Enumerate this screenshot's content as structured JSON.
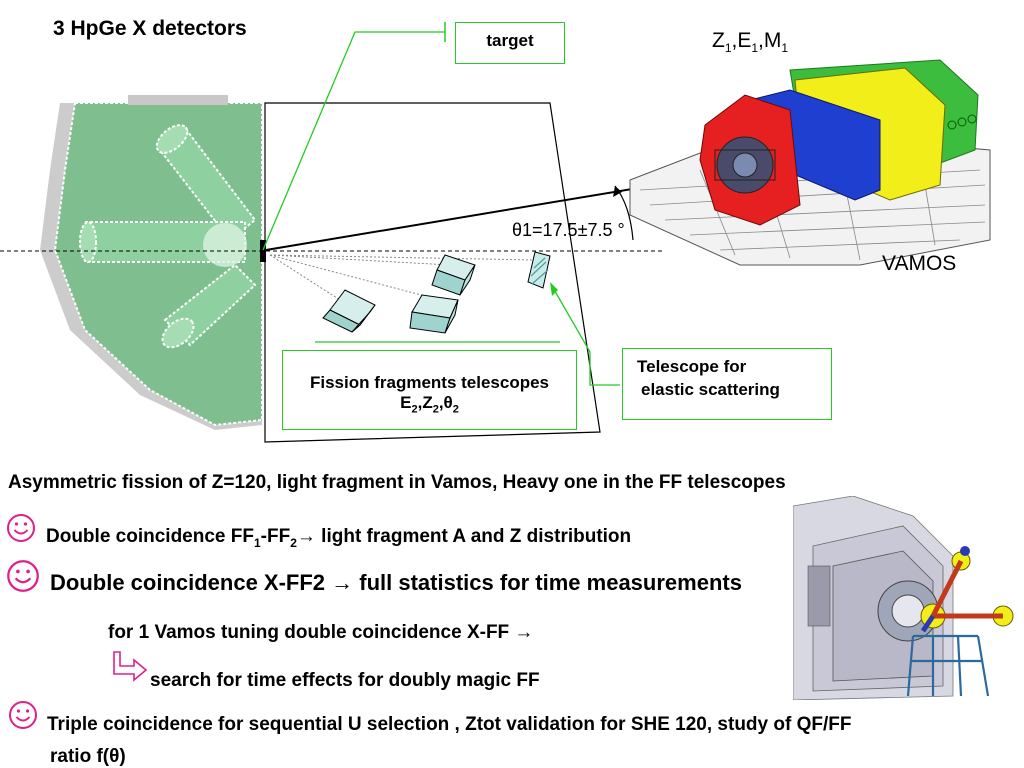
{
  "header": {
    "detectors_title": "3 HpGe X detectors"
  },
  "labels": {
    "target": "target",
    "z1_parts": [
      "Z",
      "1",
      ",E",
      "1",
      ",M",
      "1"
    ],
    "angle": "θ1=17.5±7.5 °",
    "vamos": "VAMOS",
    "fission_telescopes_line1": "Fission fragments telescopes",
    "fission_telescopes_line2_parts": [
      "E",
      "2",
      ",Z",
      "2",
      ",θ",
      "2"
    ],
    "elastic_telescope_line1": "Telescope for",
    "elastic_telescope_line2": "elastic scattering"
  },
  "body": {
    "intro": "Asymmetric fission of Z=120, light fragment in Vamos, Heavy one in the FF telescopes",
    "item1_parts": [
      "Double coincidence FF",
      "1",
      "-FF",
      "2",
      "→ light fragment A and Z distribution"
    ],
    "item2": "Double coincidence X-FF2 → full statistics for time measurements",
    "item2_sub": "for 1 Vamos tuning double coincidence X-FF →",
    "item2_sub2": "search for time  effects for doubly magic FF",
    "item3": "Triple coincidence for sequential U selection , Ztot validation for SHE 120, study of QF/FF",
    "item3_cont": "ratio f(θ)"
  },
  "colors": {
    "detector_green": "#7fbf8f",
    "callout_green": "#22cc22",
    "smiley_pink": "#e0208a",
    "telescope_fill": "#bfe6e2"
  }
}
